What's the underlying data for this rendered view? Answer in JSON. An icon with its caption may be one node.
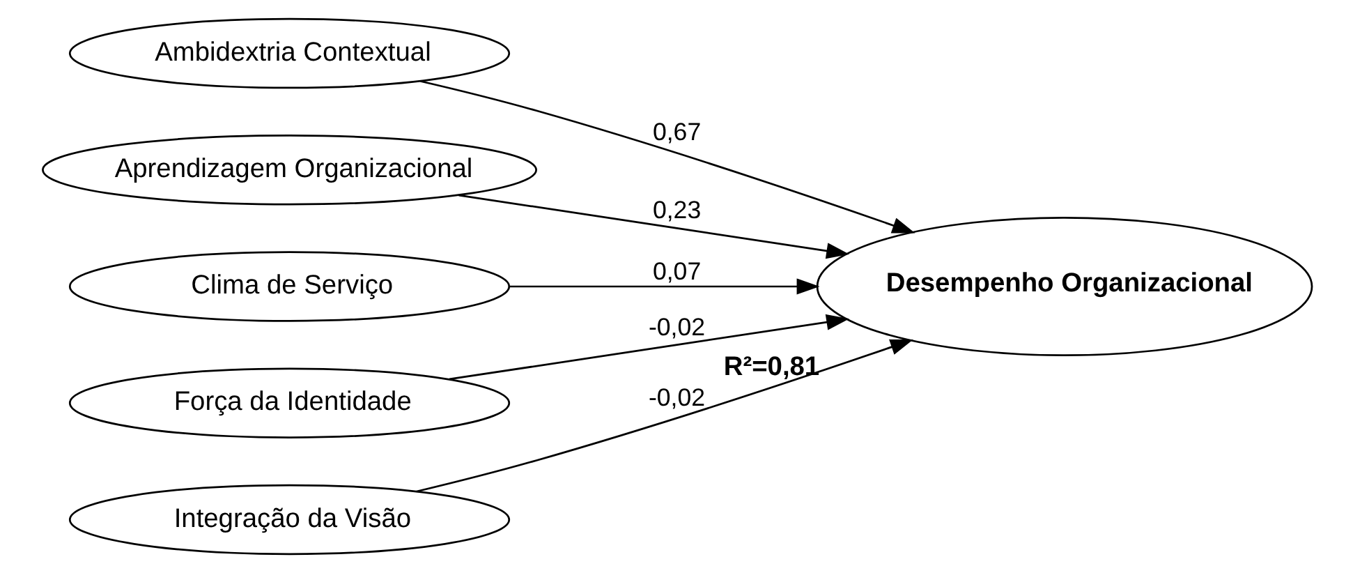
{
  "diagram": {
    "nodes": [
      {
        "text": [
          "Ambidextria Contextual"
        ]
      },
      {
        "text": [
          "Aprendizagem Organizacional"
        ]
      },
      {
        "text": [
          "Clima de Serviço"
        ]
      },
      {
        "text": [
          "Força da Identidade"
        ]
      },
      {
        "text": [
          "Integração da Visão"
        ]
      },
      {
        "text": [
          "Desempenho Organizacional"
        ],
        "beside": [
          "R²=0,81"
        ]
      }
    ],
    "edges": [
      {
        "from": 0,
        "to": 5,
        "arrow": "to",
        "label": "0,67"
      },
      {
        "from": 1,
        "to": 5,
        "arrow": "to",
        "label": "0,23"
      },
      {
        "from": 2,
        "to": 5,
        "arrow": "to",
        "label": "0,07"
      },
      {
        "from": 3,
        "to": 5,
        "arrow": "to",
        "label": "-0,02"
      },
      {
        "from": 4,
        "to": 5,
        "arrow": "to",
        "label": "-0,02"
      }
    ]
  }
}
